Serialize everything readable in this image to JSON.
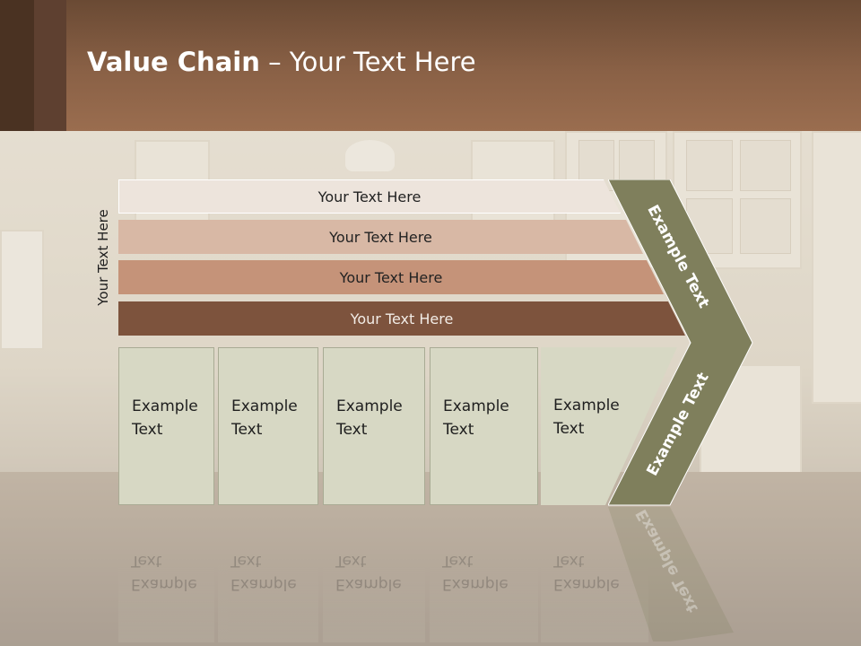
{
  "title": {
    "bold": "Value Chain",
    "rest": " – Your Text Here"
  },
  "side_label": "Your Text Here",
  "bars": [
    {
      "label": "Your Text Here"
    },
    {
      "label": "Your Text Here"
    },
    {
      "label": "Your Text Here"
    },
    {
      "label": "Your Text Here"
    }
  ],
  "boxes": [
    {
      "line1": "Example",
      "line2": "Text"
    },
    {
      "line1": "Example",
      "line2": "Text"
    },
    {
      "line1": "Example",
      "line2": "Text"
    },
    {
      "line1": "Example",
      "line2": "Text"
    },
    {
      "line1": "Example",
      "line2": "Text"
    }
  ],
  "chevron": {
    "upper": "Example Text",
    "lower": "Example Text"
  },
  "colors": {
    "header": "#8a6146",
    "bar1": "#ede4dc",
    "bar2": "#d8b8a5",
    "bar3": "#c59379",
    "bar4": "#7d533d",
    "box": "#d7d8c4",
    "chevron": "#7f7f5c"
  }
}
